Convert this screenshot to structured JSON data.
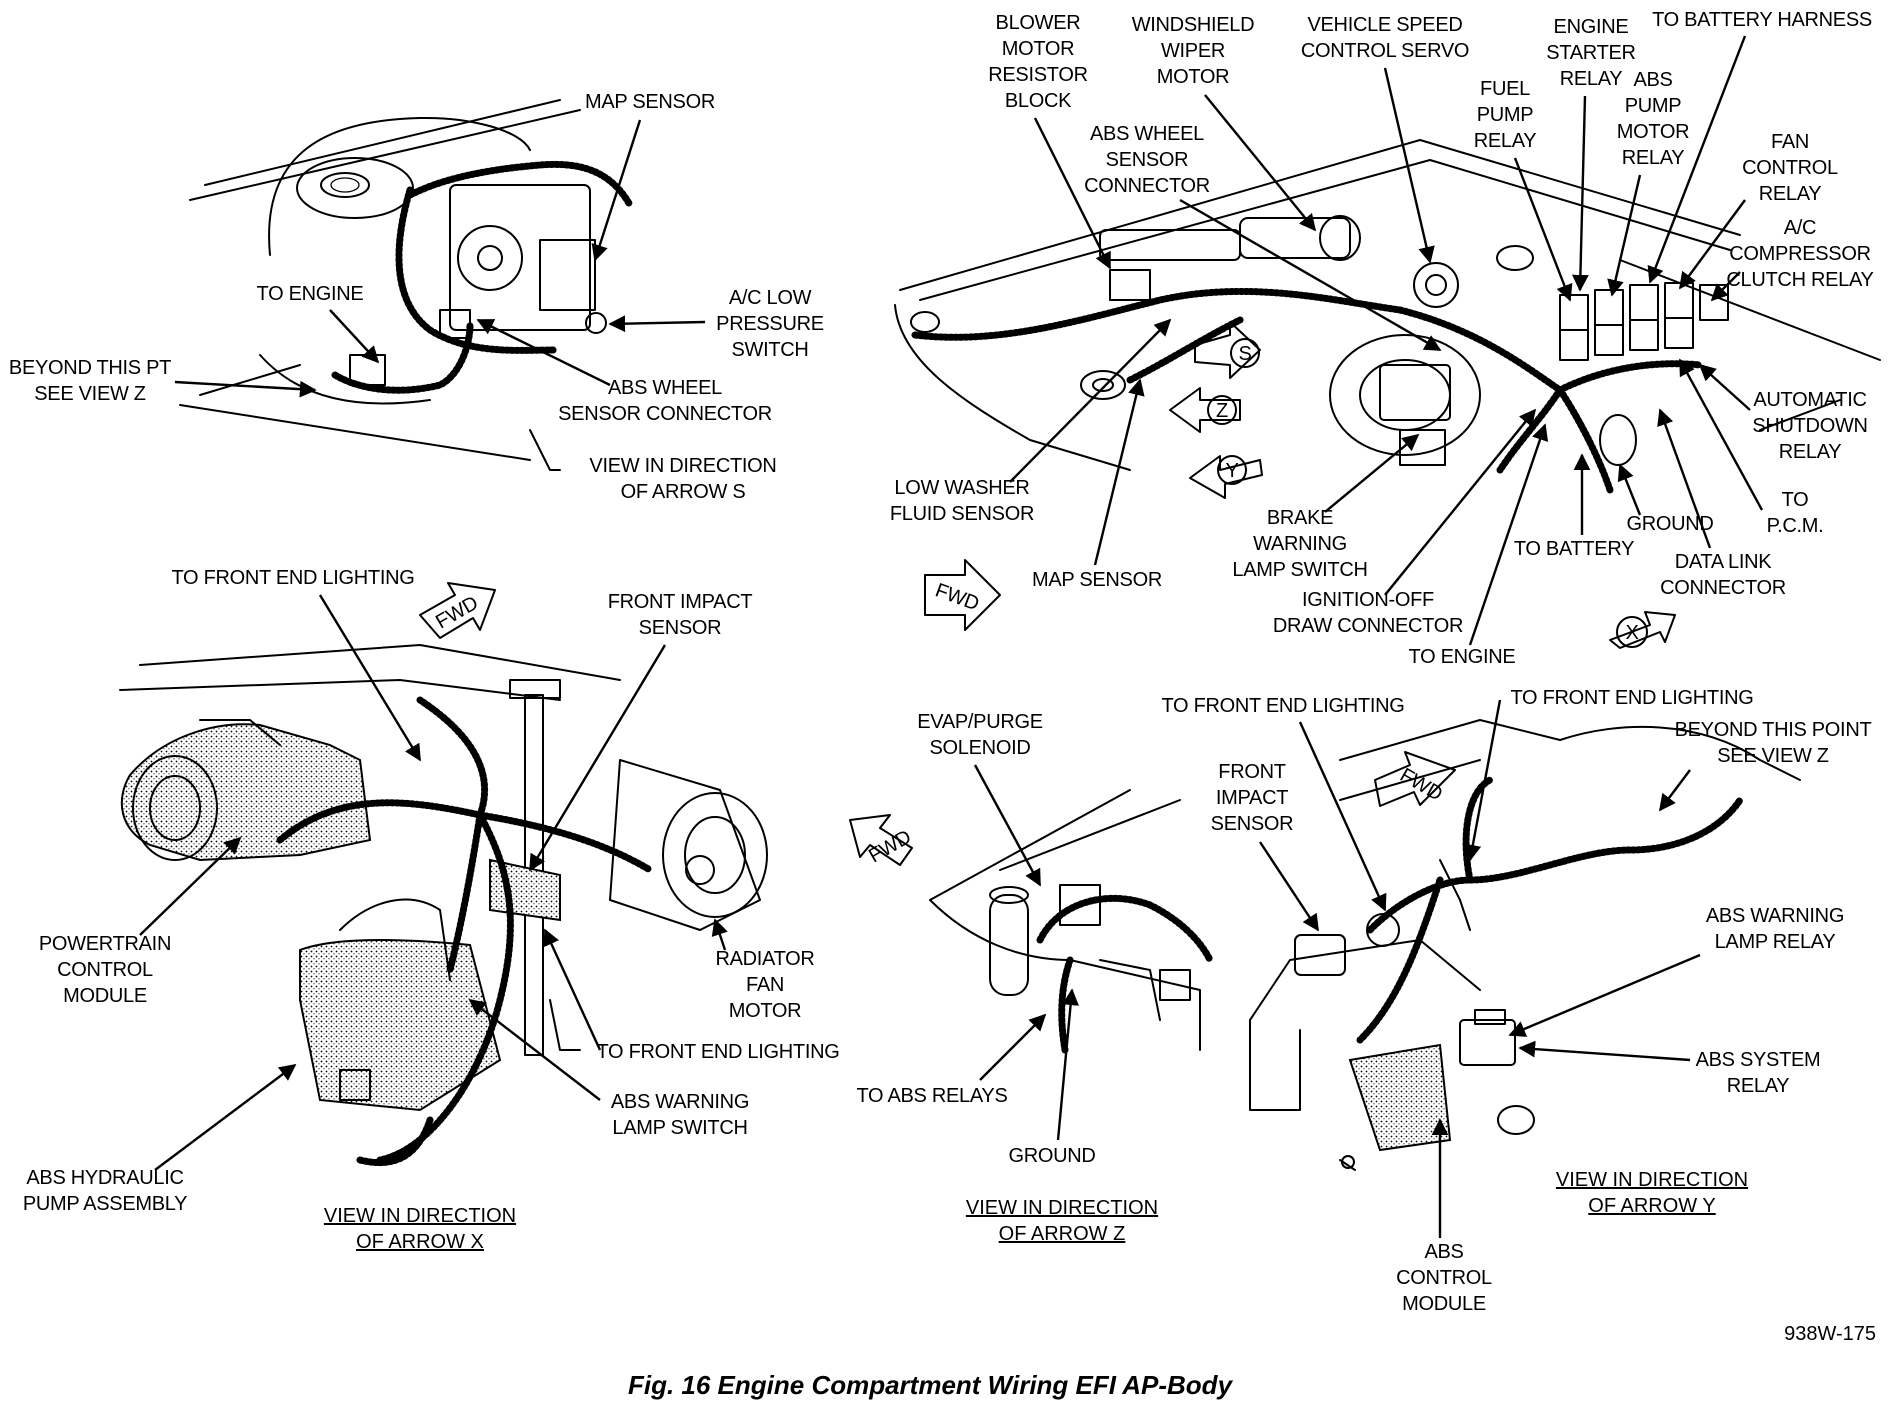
{
  "figure": {
    "caption": "Fig. 16 Engine Compartment Wiring EFI AP-Body",
    "code": "938W-175",
    "fwd_label": "FWD"
  },
  "views": {
    "s": {
      "title_line1": "VIEW IN DIRECTION",
      "title_line2": "OF ARROW S",
      "labels": {
        "map_sensor": "MAP SENSOR",
        "to_engine": "TO ENGINE",
        "beyond_1": "BEYOND THIS PT",
        "beyond_2": "SEE VIEW Z",
        "ac_low_1": "A/C LOW",
        "ac_low_2": "PRESSURE",
        "ac_low_3": "SWITCH",
        "abs_wheel_1": "ABS WHEEL",
        "abs_wheel_2": "SENSOR CONNECTOR"
      }
    },
    "main": {
      "labels": {
        "blower_1": "BLOWER",
        "blower_2": "MOTOR",
        "blower_3": "RESISTOR",
        "blower_4": "BLOCK",
        "wiper_1": "WINDSHIELD",
        "wiper_2": "WIPER",
        "wiper_3": "MOTOR",
        "speed_1": "VEHICLE SPEED",
        "speed_2": "CONTROL SERVO",
        "starter_1": "ENGINE",
        "starter_2": "STARTER",
        "starter_3": "RELAY",
        "to_battery_harness": "TO BATTERY HARNESS",
        "fuel_1": "FUEL",
        "fuel_2": "PUMP",
        "fuel_3": "RELAY",
        "abs_pump_1": "ABS",
        "abs_pump_2": "PUMP",
        "abs_pump_3": "MOTOR",
        "abs_pump_4": "RELAY",
        "abs_wheel_1": "ABS WHEEL",
        "abs_wheel_2": "SENSOR",
        "abs_wheel_3": "CONNECTOR",
        "fan_1": "FAN",
        "fan_2": "CONTROL",
        "fan_3": "RELAY",
        "ac_comp_1": "A/C",
        "ac_comp_2": "COMPRESSOR",
        "ac_comp_3": "CLUTCH RELAY",
        "asd_1": "AUTOMATIC",
        "asd_2": "SHUTDOWN",
        "asd_3": "RELAY",
        "to_pcm_1": "TO",
        "to_pcm_2": "P.C.M.",
        "washer_1": "LOW WASHER",
        "washer_2": "FLUID SENSOR",
        "brake_1": "BRAKE",
        "brake_2": "WARNING",
        "brake_3": "LAMP SWITCH",
        "ground": "GROUND",
        "to_battery": "TO BATTERY",
        "dlc_1": "DATA LINK",
        "dlc_2": "CONNECTOR",
        "map_sensor": "MAP SENSOR",
        "ign_1": "IGNITION-OFF",
        "ign_2": "DRAW CONNECTOR",
        "to_engine": "TO ENGINE",
        "arrow_s": "S",
        "arrow_z": "Z",
        "arrow_y": "Y",
        "arrow_x": "X"
      }
    },
    "x": {
      "title_line1": "VIEW IN DIRECTION",
      "title_line2": "OF ARROW X",
      "labels": {
        "lighting_top": "TO FRONT END LIGHTING",
        "impact_1": "FRONT IMPACT",
        "impact_2": "SENSOR",
        "pcm_1": "POWERTRAIN",
        "pcm_2": "CONTROL",
        "pcm_3": "MODULE",
        "rad_1": "RADIATOR",
        "rad_2": "FAN",
        "rad_3": "MOTOR",
        "lighting_bottom": "TO FRONT END LIGHTING",
        "abs_lamp_1": "ABS WARNING",
        "abs_lamp_2": "LAMP SWITCH",
        "hyd_1": "ABS HYDRAULIC",
        "hyd_2": "PUMP ASSEMBLY"
      }
    },
    "z": {
      "title_line1": "VIEW IN DIRECTION",
      "title_line2": "OF ARROW Z",
      "labels": {
        "evap_1": "EVAP/PURGE",
        "evap_2": "SOLENOID",
        "to_abs_relays": "TO ABS RELAYS",
        "ground": "GROUND"
      }
    },
    "y": {
      "title_line1": "VIEW IN DIRECTION",
      "title_line2": "OF ARROW Y",
      "labels": {
        "lighting_left": "TO FRONT END LIGHTING",
        "lighting_right": "TO FRONT END LIGHTING",
        "beyond_1": "BEYOND THIS POINT",
        "beyond_2": "SEE VIEW Z",
        "impact_1": "FRONT",
        "impact_2": "IMPACT",
        "impact_3": "SENSOR",
        "abs_lamp_relay_1": "ABS WARNING",
        "abs_lamp_relay_2": "LAMP RELAY",
        "abs_sys_1": "ABS SYSTEM",
        "abs_sys_2": "RELAY",
        "abs_ctrl_1": "ABS",
        "abs_ctrl_2": "CONTROL",
        "abs_ctrl_3": "MODULE"
      }
    }
  }
}
